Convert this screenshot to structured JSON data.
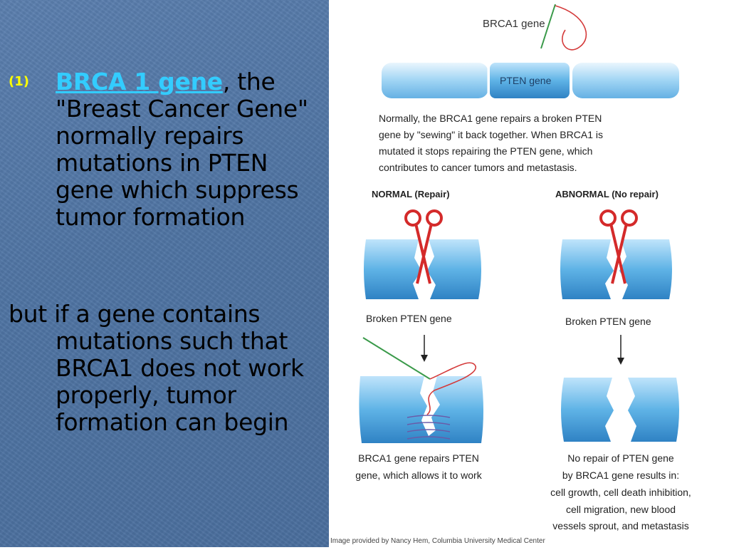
{
  "left": {
    "item_number": "(1)",
    "link_text": "BRCA 1 gene",
    "para1_rest": ", the \"Breast Cancer Gene\" normally repairs mutations in PTEN gene which suppress tumor formation",
    "para2_first": "but if a gene contains",
    "para2_rest": "mutations such that BRCA1 does not work properly, tumor formation can begin"
  },
  "figure": {
    "brca1_label": "BRCA1 gene",
    "pten_label": "PTEN gene",
    "caption_lines": [
      "Normally, the BRCA1 gene repairs a broken PTEN",
      "gene by \"sewing\" it back together. When BRCA1 is",
      "mutated it stops repairing the PTEN gene, which",
      "contributes to cancer tumors and metastasis."
    ],
    "normal_header": "NORMAL (Repair)",
    "abnormal_header": "ABNORMAL (No repair)",
    "broken_label_left": "Broken PTEN gene",
    "broken_label_right": "Broken PTEN gene",
    "normal_result_lines": [
      "BRCA1 gene repairs PTEN",
      "gene, which allows it to work"
    ],
    "abnormal_result_lines": [
      "No repair of PTEN gene",
      "by BRCA1 gene results in:",
      "cell growth, cell death inhibition,",
      "cell migration, new blood",
      "vessels sprout, and metastasis"
    ],
    "credit": "Image provided by Nancy Hem, Columbia University Medical Center",
    "colors": {
      "gene_blue": "#4aa3df",
      "scissors_red": "#d42a2a",
      "thread_green": "#3a9a4a"
    }
  }
}
